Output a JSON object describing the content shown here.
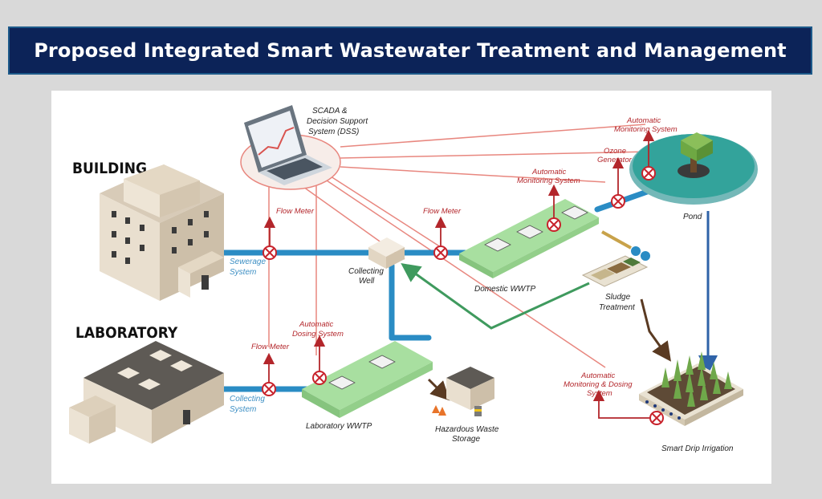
{
  "title": "Proposed Integrated Smart Wastewater Treatment and Management",
  "labels": {
    "building": "BUILDING",
    "laboratory": "LABORATORY",
    "scada_1": "SCADA &",
    "scada_2": "Decision Support",
    "scada_3": "System (DSS)",
    "ams_top_1": "Automatic",
    "ams_top_2": "Monitoring System",
    "ozone_1": "Ozone",
    "ozone_2": "Generator",
    "ams_mid_1": "Automatic",
    "ams_mid_2": "Monitoring System",
    "pond": "Pond",
    "flow_meter_1": "Flow Meter",
    "flow_meter_2": "Flow Meter",
    "flow_meter_3": "Flow Meter",
    "sewerage_1": "Sewerage",
    "sewerage_2": "System",
    "collecting_well_1": "Collecting",
    "collecting_well_2": "Well",
    "domestic_wwtp": "Domestic WWTP",
    "sludge_1": "Sludge",
    "sludge_2": "Treatment",
    "dosing_1": "Automatic",
    "dosing_2": "Dosing System",
    "collecting_sys_1": "Collecting",
    "collecting_sys_2": "System",
    "lab_wwtp": "Laboratory WWTP",
    "hazard_1": "Hazardous Waste",
    "hazard_2": "Storage",
    "amds_1": "Automatic",
    "amds_2": "Monitoring & Dosing",
    "amds_3": "System",
    "drip": "Smart Drip Irrigation"
  },
  "colors": {
    "banner": "#0c2358",
    "pipe": "#2a8cc4",
    "signal_line": "#e8877f",
    "valve": "#c8232c",
    "wwtp": "#a8dfa0",
    "return_flow": "#3f9a5e",
    "sludge_flow": "#5a3a22",
    "irrigation_flow": "#2f63a8"
  }
}
